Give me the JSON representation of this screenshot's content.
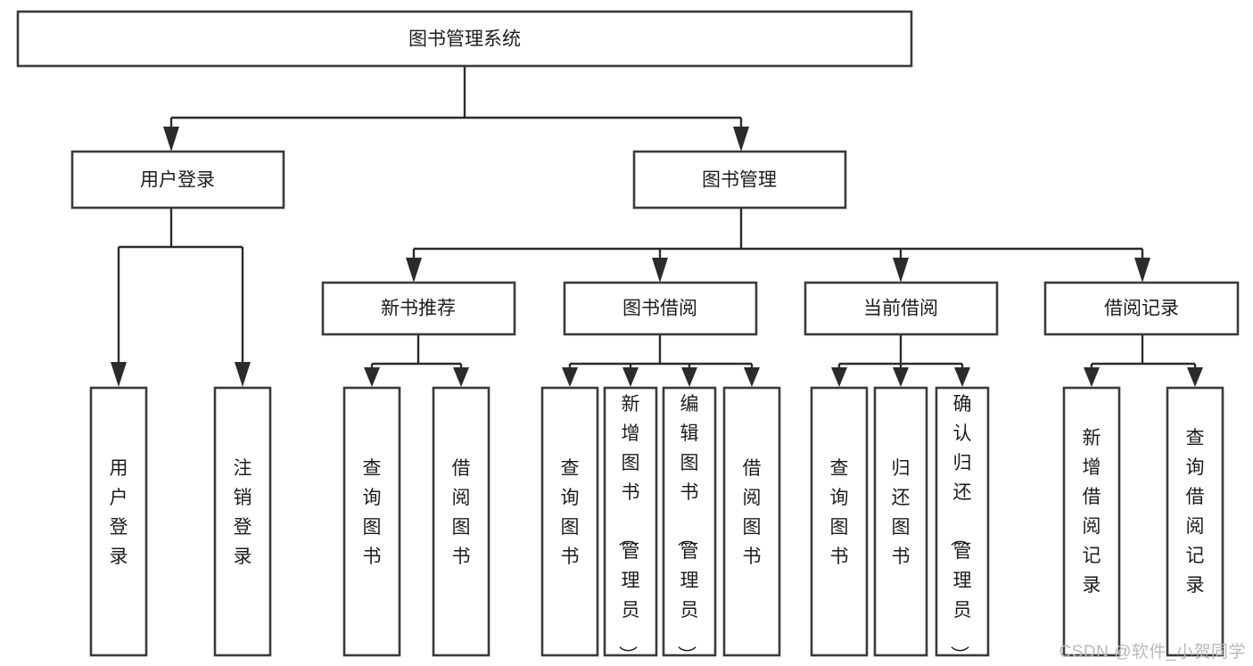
{
  "diagram": {
    "type": "tree-hierarchy",
    "title": "图书管理系统",
    "watermark": "CSDN @软件_小贺同学",
    "colors": {
      "box_stroke": "#3a3a3a",
      "edge": "#2b2b2b",
      "background": "#ffffff",
      "text": "#1c1c1c",
      "watermark": "#b9b9b9"
    },
    "levels": {
      "root": {
        "label": "图书管理系统"
      },
      "level2": [
        {
          "id": "user-login",
          "label": "用户登录"
        },
        {
          "id": "book-management",
          "label": "图书管理"
        }
      ],
      "level3": [
        {
          "id": "new-book-recommend",
          "label": "新书推荐",
          "parent": "book-management"
        },
        {
          "id": "book-borrow",
          "label": "图书借阅",
          "parent": "book-management"
        },
        {
          "id": "current-borrow",
          "label": "当前借阅",
          "parent": "book-management"
        },
        {
          "id": "borrow-record",
          "label": "借阅记录",
          "parent": "book-management"
        }
      ],
      "leaves": [
        {
          "id": "leaf-user-login",
          "label": "用户登录",
          "parent": "user-login"
        },
        {
          "id": "leaf-logout-login",
          "label": "注销登录",
          "parent": "user-login"
        },
        {
          "id": "leaf-query-book-1",
          "label": "查询图书",
          "parent": "new-book-recommend"
        },
        {
          "id": "leaf-borrow-book-1",
          "label": "借阅图书",
          "parent": "new-book-recommend"
        },
        {
          "id": "leaf-query-book-2",
          "label": "查询图书",
          "parent": "book-borrow"
        },
        {
          "id": "leaf-add-book",
          "label": "新增图书（管理员）",
          "parent": "book-borrow"
        },
        {
          "id": "leaf-edit-book",
          "label": "编辑图书（管理员）",
          "parent": "book-borrow"
        },
        {
          "id": "leaf-borrow-book-2",
          "label": "借阅图书",
          "parent": "book-borrow"
        },
        {
          "id": "leaf-query-book-3",
          "label": "查询图书",
          "parent": "current-borrow"
        },
        {
          "id": "leaf-return-book",
          "label": "归还图书",
          "parent": "current-borrow"
        },
        {
          "id": "leaf-confirm-return",
          "label": "确认归还（管理员）",
          "parent": "current-borrow"
        },
        {
          "id": "leaf-add-record",
          "label": "新增借阅记录",
          "parent": "borrow-record"
        },
        {
          "id": "leaf-query-record",
          "label": "查询借阅记录",
          "parent": "borrow-record"
        }
      ]
    }
  }
}
